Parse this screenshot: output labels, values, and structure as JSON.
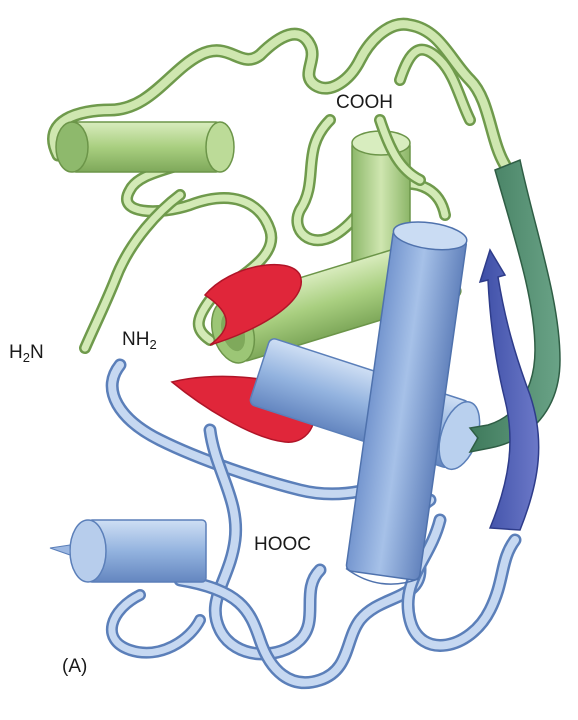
{
  "labels": {
    "cooh": "COOH",
    "h2n_h": "H",
    "h2n_sub": "2",
    "h2n_n": "N",
    "nh2_nh": "NH",
    "nh2_sub": "2",
    "hooc": "HOOC",
    "panel": "(A)"
  },
  "colors": {
    "background": "#ffffff",
    "domain_green": "#a8cf7c",
    "domain_green_dark": "#7aa856",
    "domain_green_light": "#d7ebbb",
    "domain_blue": "#8fb0de",
    "domain_blue_dark": "#5f84c0",
    "domain_blue_light": "#c9dbf2",
    "active_site_red": "#e0263a",
    "beta_strand_green": "#4f8a6a",
    "beta_strand_blue": "#4a5bb0",
    "label_text": "#1a1a1a"
  }
}
